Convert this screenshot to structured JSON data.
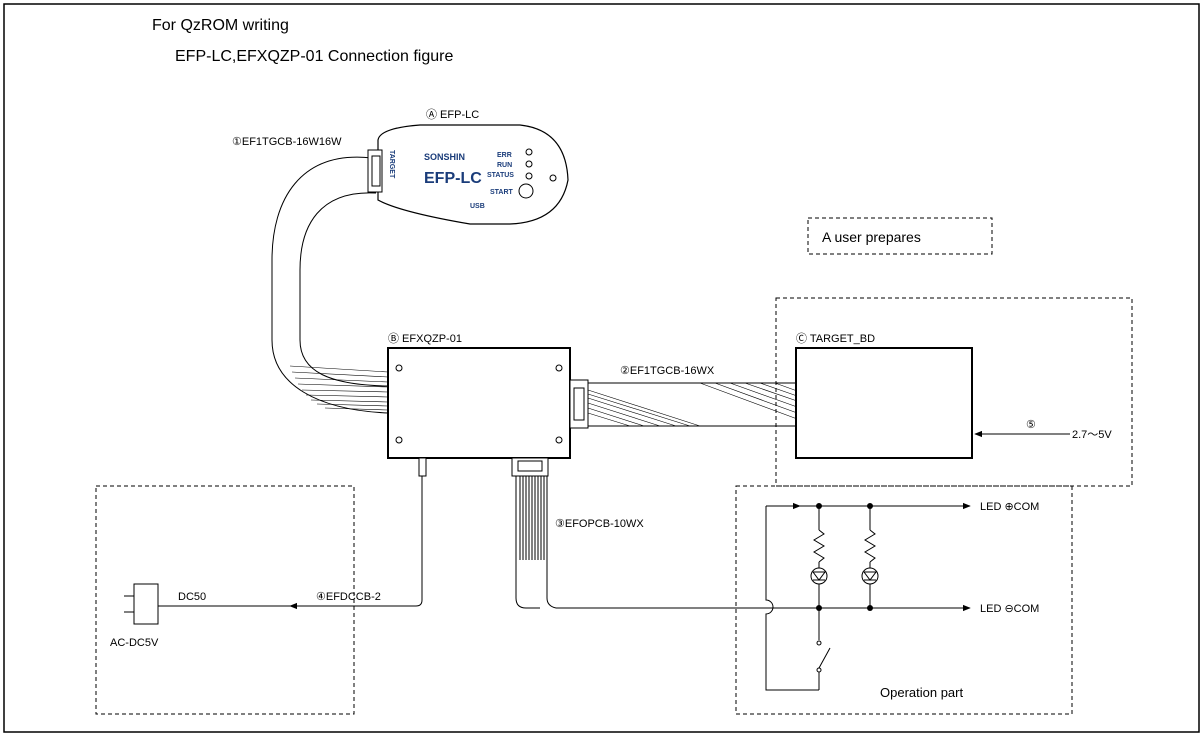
{
  "title": {
    "line1": "For QzROM writing",
    "line2": "EFP-LC,EFXQZP-01 Connection figure"
  },
  "devices": {
    "efp_lc": {
      "label": "Ⓐ EFP-LC",
      "brand": "SONSHIN",
      "name": "EFP-LC",
      "port_target": "TARGET",
      "port_usb": "USB",
      "led_err": "ERR",
      "led_run": "RUN",
      "led_status": "STATUS",
      "button_start": "START"
    },
    "efxqzp": {
      "label": "Ⓑ EFXQZP-01"
    },
    "target_bd": {
      "label": "Ⓒ TARGET_BD"
    }
  },
  "cables": {
    "c1": "①EF1TGCB-16W16W",
    "c2": "②EF1TGCB-16WX",
    "c3": "③EFOPCB-10WX",
    "c4": "④EFDCCB-2",
    "c5": "⑤"
  },
  "power": {
    "adapter": "AC-DC5V",
    "dc": "DC50",
    "target_voltage": "2.7～5V"
  },
  "user_prepares": "A user prepares",
  "operation": {
    "led_plus": "LED ⊕COM",
    "led_minus": "LED ⊖COM",
    "label": "Operation part"
  }
}
